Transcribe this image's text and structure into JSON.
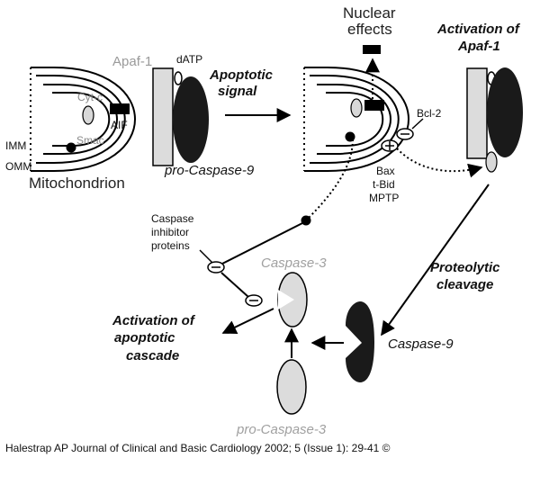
{
  "labels": {
    "apaf1": "Apaf-1",
    "datp": "dATP",
    "cytc": "Cyt-c",
    "aif": "AIF",
    "smac": "Smac",
    "imm": "IMM",
    "omm": "OMM",
    "mitochondrion": "Mitochondrion",
    "pro_caspase9": "pro-Caspase-9",
    "apoptotic_signal_1": "Apoptotic",
    "apoptotic_signal_2": "signal",
    "nuclear_effects_1": "Nuclear",
    "nuclear_effects_2": "effects",
    "activation_apaf1_1": "Activation of",
    "activation_apaf1_2": "Apaf-1",
    "bcl2": "Bcl-2",
    "bax": "Bax",
    "tbid": "t-Bid",
    "mptp": "MPTP",
    "caspase_inhibitor_1": "Caspase",
    "caspase_inhibitor_2": "inhibitor",
    "caspase_inhibitor_3": "proteins",
    "caspase3": "Caspase-3",
    "proteolytic_1": "Proteolytic",
    "proteolytic_2": "cleavage",
    "activation_cascade_1": "Activation of",
    "activation_cascade_2": "apoptotic",
    "activation_cascade_3": "cascade",
    "caspase9": "Caspase-9",
    "pro_caspase3": "pro-Caspase-3"
  },
  "caption": "Halestrap AP Journal of Clinical and Basic Cardiology 2002; 5 (Issue 1): 29-41 ©"
}
